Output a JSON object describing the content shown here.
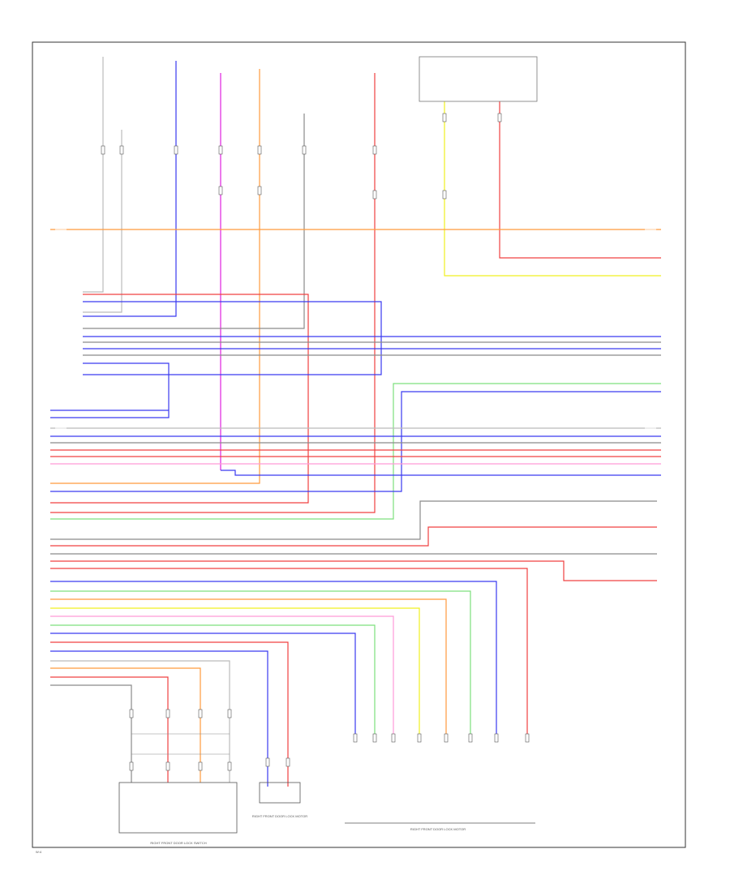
{
  "diagram": {
    "page_ref": "W:4",
    "components": {
      "lock_switch": "RIGHT FRONT DOOR LOCK SWITCH",
      "lock_motor": "RIGHT FRONT DOOR LOCK MOTOR",
      "window_switch": "RIGHT FRONT DOOR LOCK MOTOR"
    }
  },
  "colors": {
    "frame": "#333333",
    "orange": "#ff9a3c",
    "blue": "#3a3af0",
    "magenta": "#e020e0",
    "red": "#f04040",
    "yellow": "#f0f020",
    "pink": "#ff9ad8",
    "green": "#7de07d",
    "gray": "#8a8a8a",
    "white": "#bbbbbb"
  }
}
